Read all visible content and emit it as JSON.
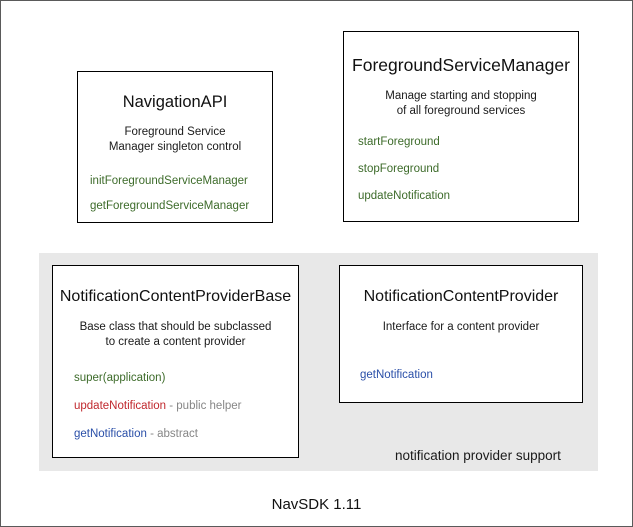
{
  "diagram": {
    "footer_label": "NavSDK 1.11",
    "panel": {
      "caption": "notification provider support",
      "background_color": "#e8e8e8"
    },
    "colors": {
      "green": "#3d6b2a",
      "red": "#c0282d",
      "blue": "#2a4fa8",
      "note_gray": "#868686",
      "border": "#000000",
      "canvas_border": "#5a5a5a"
    },
    "boxes": [
      {
        "id": "navigation-api",
        "title": "NavigationAPI",
        "description": [
          "Foreground Service",
          "Manager singleton control"
        ],
        "methods": [
          {
            "name": "initForegroundServiceManager",
            "color": "green",
            "note": ""
          },
          {
            "name": "getForegroundServiceManager",
            "color": "green",
            "note": ""
          }
        ]
      },
      {
        "id": "foreground-service-manager",
        "title": "ForegroundServiceManager",
        "description": [
          "Manage starting and stopping",
          "of all foreground services"
        ],
        "methods": [
          {
            "name": "startForeground",
            "color": "green",
            "note": ""
          },
          {
            "name": "stopForeground",
            "color": "green",
            "note": ""
          },
          {
            "name": "updateNotification",
            "color": "green",
            "note": ""
          }
        ]
      },
      {
        "id": "notification-content-provider-base",
        "title": "NotificationContentProviderBase",
        "description": [
          "Base class that should be subclassed",
          "to create a content provider"
        ],
        "methods": [
          {
            "name": "super(application)",
            "color": "green",
            "note": ""
          },
          {
            "name": "updateNotification",
            "color": "red",
            "note": " - public helper"
          },
          {
            "name": "getNotification",
            "color": "blue",
            "note": " - abstract"
          }
        ]
      },
      {
        "id": "notification-content-provider",
        "title": "NotificationContentProvider",
        "description": [
          "Interface for a content provider"
        ],
        "methods": [
          {
            "name": "getNotification",
            "color": "blue",
            "note": ""
          }
        ]
      }
    ]
  }
}
